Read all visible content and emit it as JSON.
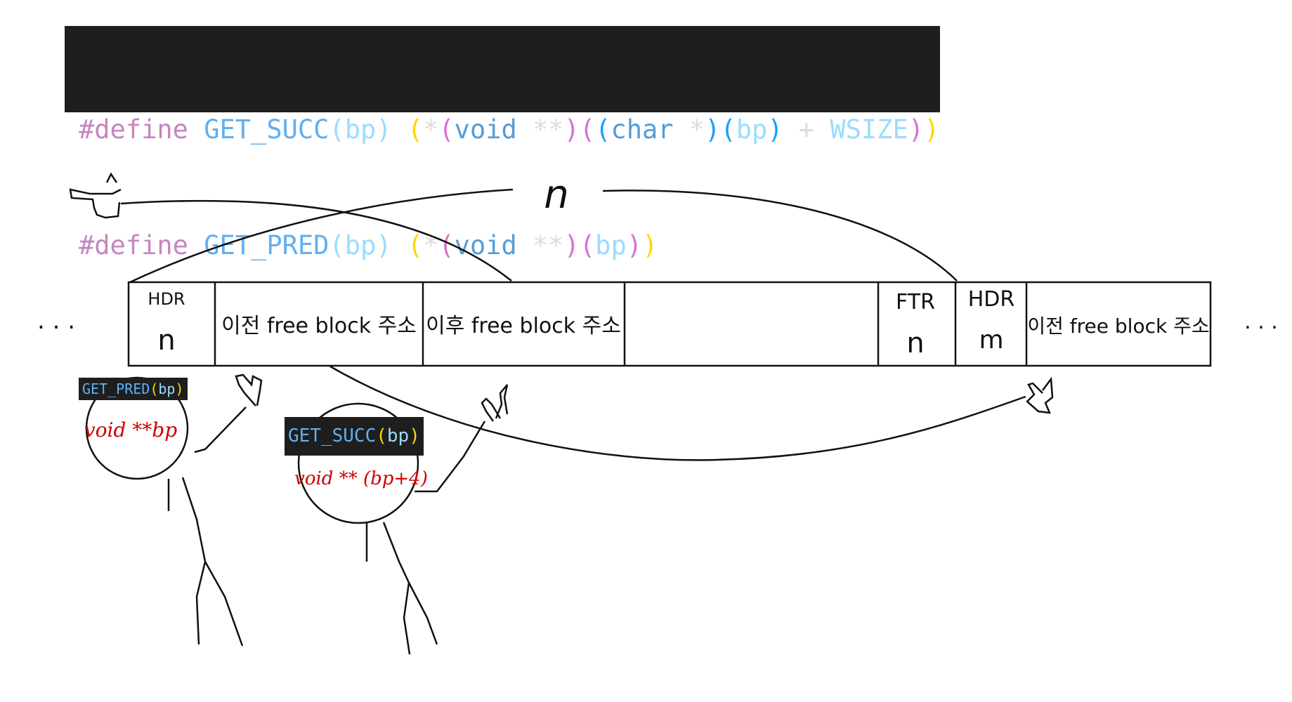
{
  "code": {
    "line1": {
      "kw": "#define",
      "fn": "GET_SUCC",
      "args": "(bp)",
      "body": [
        "(",
        "*",
        "(",
        "void",
        " **",
        ")",
        "(",
        "(",
        "char",
        " *",
        ")",
        "(",
        "bp",
        ")",
        " + ",
        "WSIZE",
        ")",
        ")"
      ]
    },
    "line2": {
      "kw": "#define",
      "fn": "GET_PRED",
      "args": "(bp)",
      "body": [
        "(",
        "*",
        "(",
        "void",
        " **",
        ")",
        "(",
        "bp",
        ")",
        ")"
      ]
    }
  },
  "memory": {
    "cells": [
      {
        "top": "HDR",
        "bottom": "n"
      },
      {
        "label": "이전 free block 주소"
      },
      {
        "label": "이후 free block 주소"
      },
      {
        "label": ""
      },
      {
        "top": "FTR",
        "bottom": "n"
      },
      {
        "top": "HDR",
        "bottom": "m"
      },
      {
        "label": "이전 free block 주소"
      }
    ],
    "ellipsis_left": ". . .",
    "ellipsis_right": ". . ."
  },
  "arc_label": "n",
  "characters": [
    {
      "macro_fn": "GET_PRED",
      "macro_args": "bp",
      "annotation": "void **bp"
    },
    {
      "macro_fn": "GET_SUCC",
      "macro_args": "bp",
      "annotation": "void ** (bp+4)"
    }
  ],
  "colors": {
    "code_bg": "#1e1e1e",
    "annotation": "#cc0000",
    "ink": "#111111"
  }
}
